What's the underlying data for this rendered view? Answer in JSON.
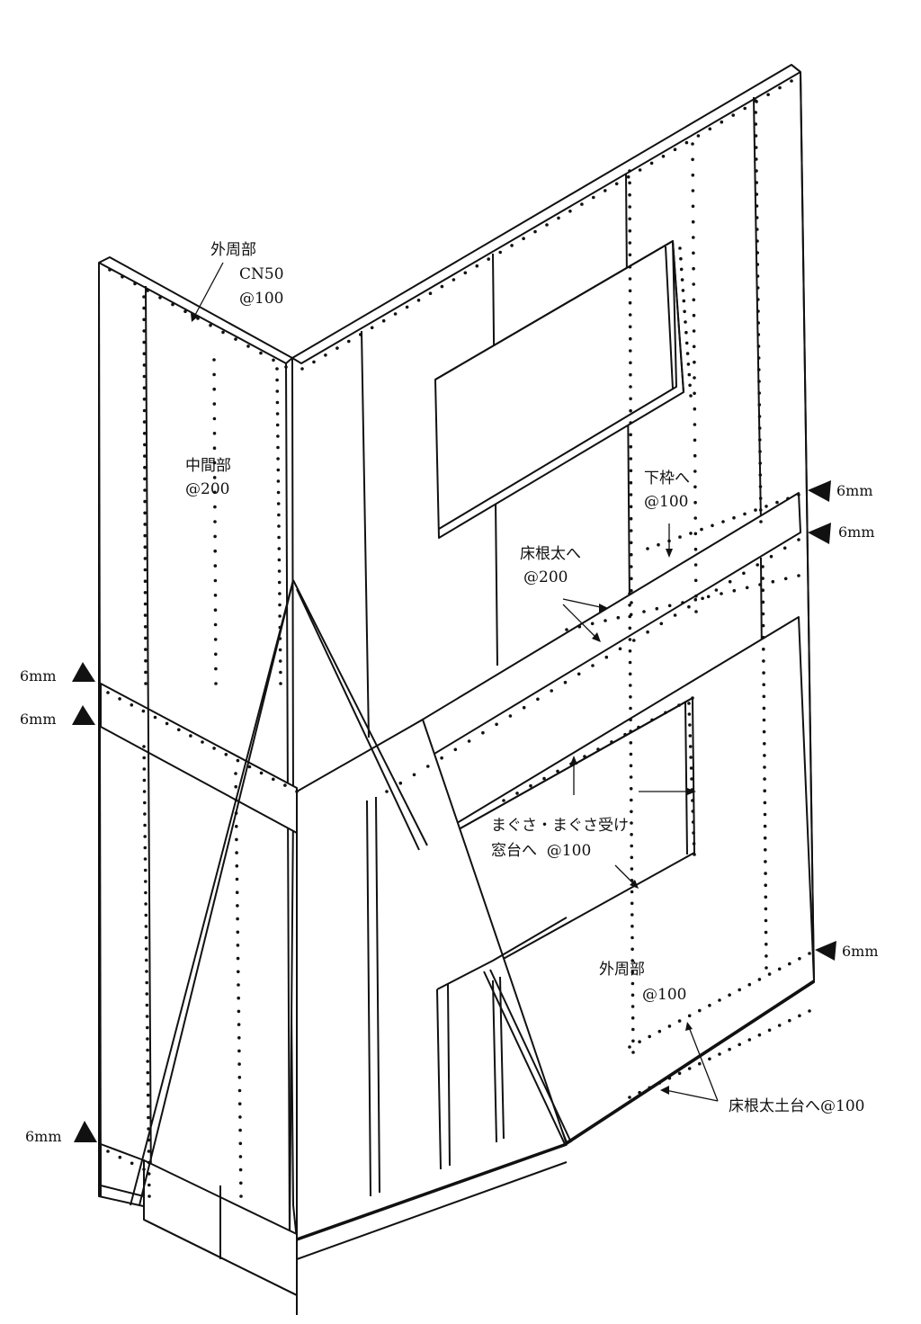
{
  "labels": {
    "perimeter_top": "外周部",
    "perimeter_top_nail": "CN50",
    "perimeter_top_pitch": "@100",
    "middle": "中間部",
    "middle_pitch": "@200",
    "bottom_frame": "下枠へ",
    "bottom_frame_pitch": "@100",
    "floor_joist": "床根太へ",
    "floor_joist_pitch": "@200",
    "lintel": "まぐさ・まぐさ受け",
    "sill": "窓台へ  @100",
    "perimeter_bottom": "外周部",
    "perimeter_bottom_pitch": "@100",
    "joist_sill": "床根太土台へ@100"
  },
  "gaps": [
    "6mm",
    "6mm",
    "6mm",
    "6mm",
    "6mm",
    "6mm"
  ]
}
